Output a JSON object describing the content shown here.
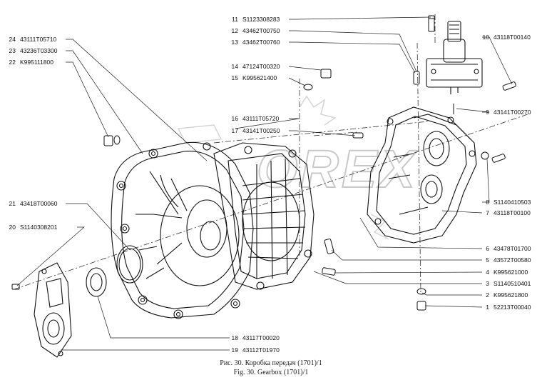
{
  "callouts_left": [
    {
      "num": "24",
      "part": "43111T05710"
    },
    {
      "num": "23",
      "part": "43236T03300"
    },
    {
      "num": "22",
      "part": "K995111800"
    },
    {
      "num": "21",
      "part": "43418T00060"
    },
    {
      "num": "20",
      "part": "S1140308201"
    }
  ],
  "callouts_center": [
    {
      "num": "11",
      "part": "S1123308283"
    },
    {
      "num": "12",
      "part": "43462T00750"
    },
    {
      "num": "13",
      "part": "43462T00760"
    },
    {
      "num": "14",
      "part": "47124T00320"
    },
    {
      "num": "15",
      "part": "K995621400"
    },
    {
      "num": "16",
      "part": "43111T05720"
    },
    {
      "num": "17",
      "part": "43141T00250"
    }
  ],
  "callouts_right": [
    {
      "num": "10",
      "part": "43118T00140"
    },
    {
      "num": "9",
      "part": "43141T00270"
    },
    {
      "num": "8",
      "part": "S1140410503"
    },
    {
      "num": "7",
      "part": "43118T00100"
    },
    {
      "num": "6",
      "part": "43478T01700"
    },
    {
      "num": "5",
      "part": "43572T00580"
    },
    {
      "num": "4",
      "part": "K995621000"
    },
    {
      "num": "3",
      "part": "S1140510401"
    },
    {
      "num": "2",
      "part": "K995621800"
    },
    {
      "num": "1",
      "part": "52213T00040"
    }
  ],
  "callouts_bottom": [
    {
      "num": "18",
      "part": "43117T00020"
    },
    {
      "num": "19",
      "part": "43112T01970"
    }
  ],
  "watermark": "OREX",
  "caption_ru": "Рис. 30. Коробка передач (1701)/1",
  "caption_en": "Fig. 30. Gearbox (1701)/1"
}
